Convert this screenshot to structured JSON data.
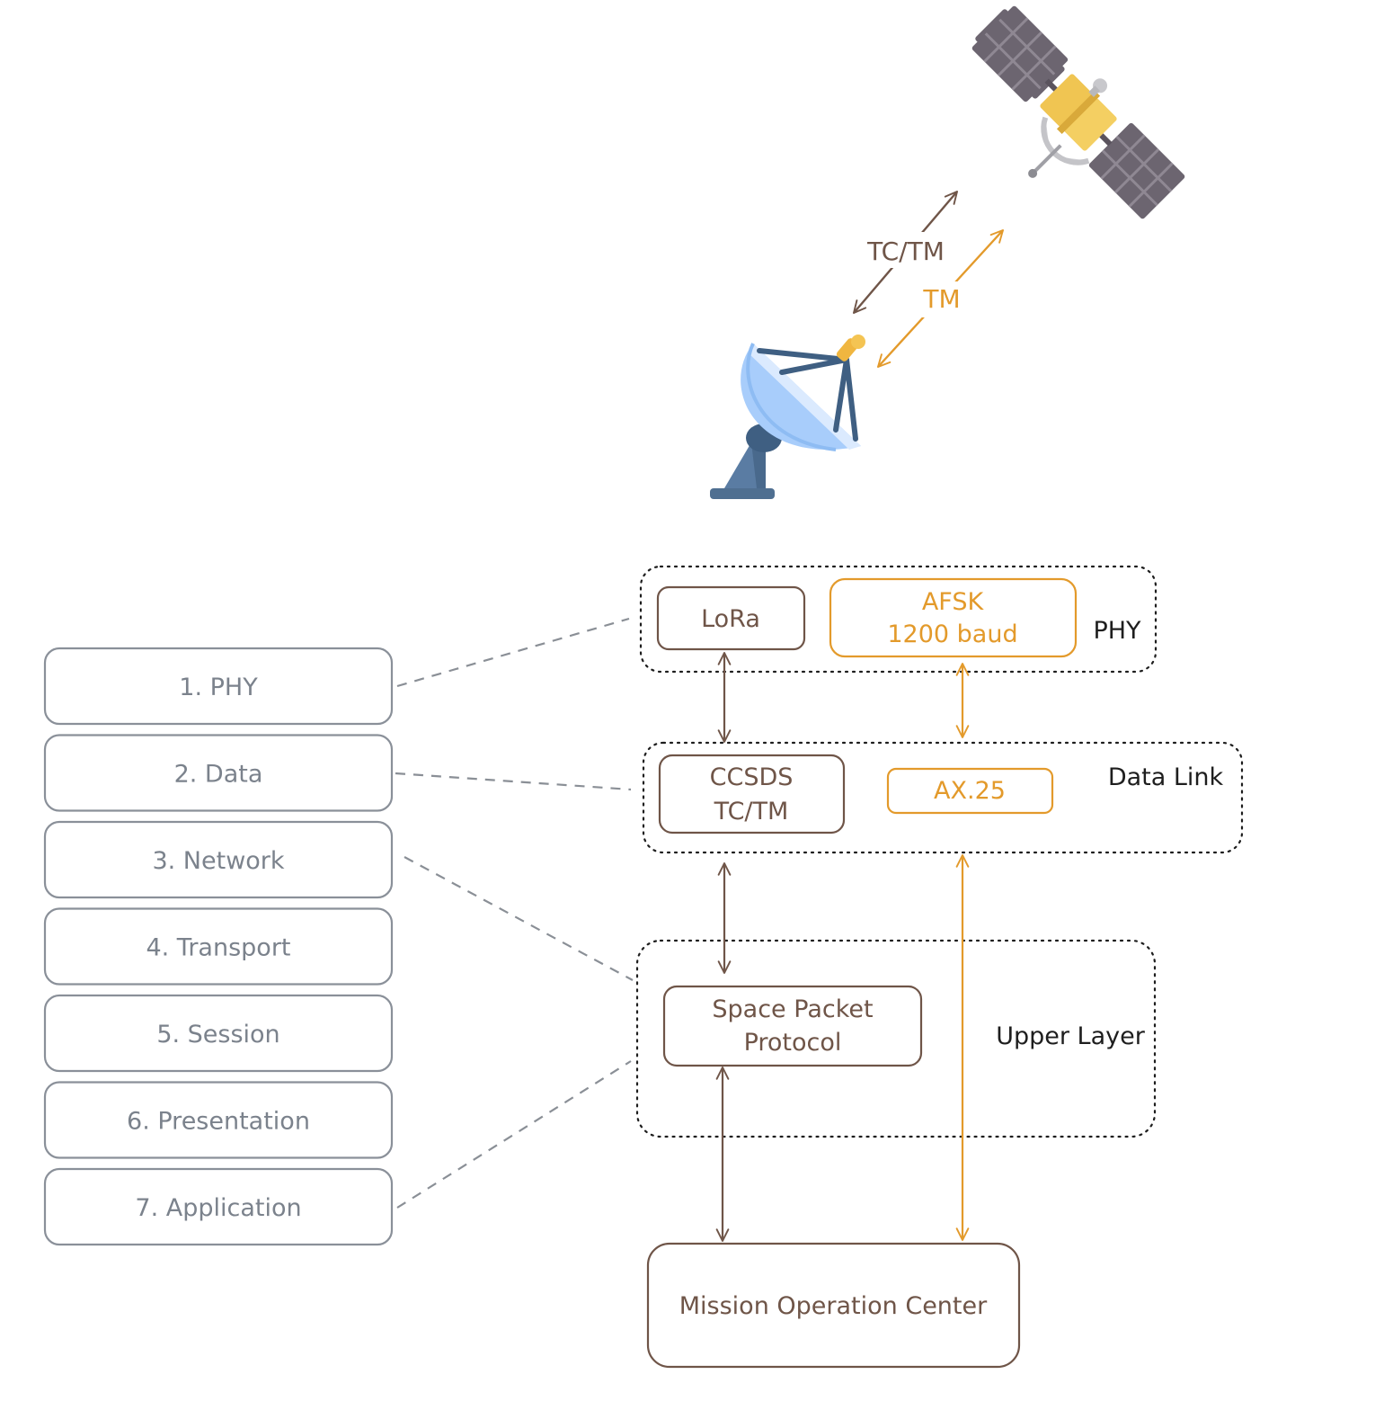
{
  "colors": {
    "brown": "#6f5548",
    "orange": "#e39a2b",
    "gray": "#8a9099",
    "black": "#1e1e1e"
  },
  "icons": {
    "satellite": "satellite-icon",
    "ground_station": "ground-station-dish-icon"
  },
  "links": {
    "tc_tm": "TC/TM",
    "tm": "TM"
  },
  "osi_layers": [
    "1. PHY",
    "2. Data",
    "3. Network",
    "4. Transport",
    "5. Session",
    "6. Presentation",
    "7. Application"
  ],
  "phy_group": {
    "label": "PHY",
    "lora": "LoRa",
    "afsk_line1": "AFSK",
    "afsk_line2": "1200 baud"
  },
  "datalink_group": {
    "label": "Data Link",
    "ccsds_line1": "CCSDS",
    "ccsds_line2": "TC/TM",
    "ax25": "AX.25"
  },
  "upper_group": {
    "label": "Upper Layer",
    "spp_line1": "Space Packet",
    "spp_line2": "Protocol"
  },
  "moc": "Mission Operation Center"
}
